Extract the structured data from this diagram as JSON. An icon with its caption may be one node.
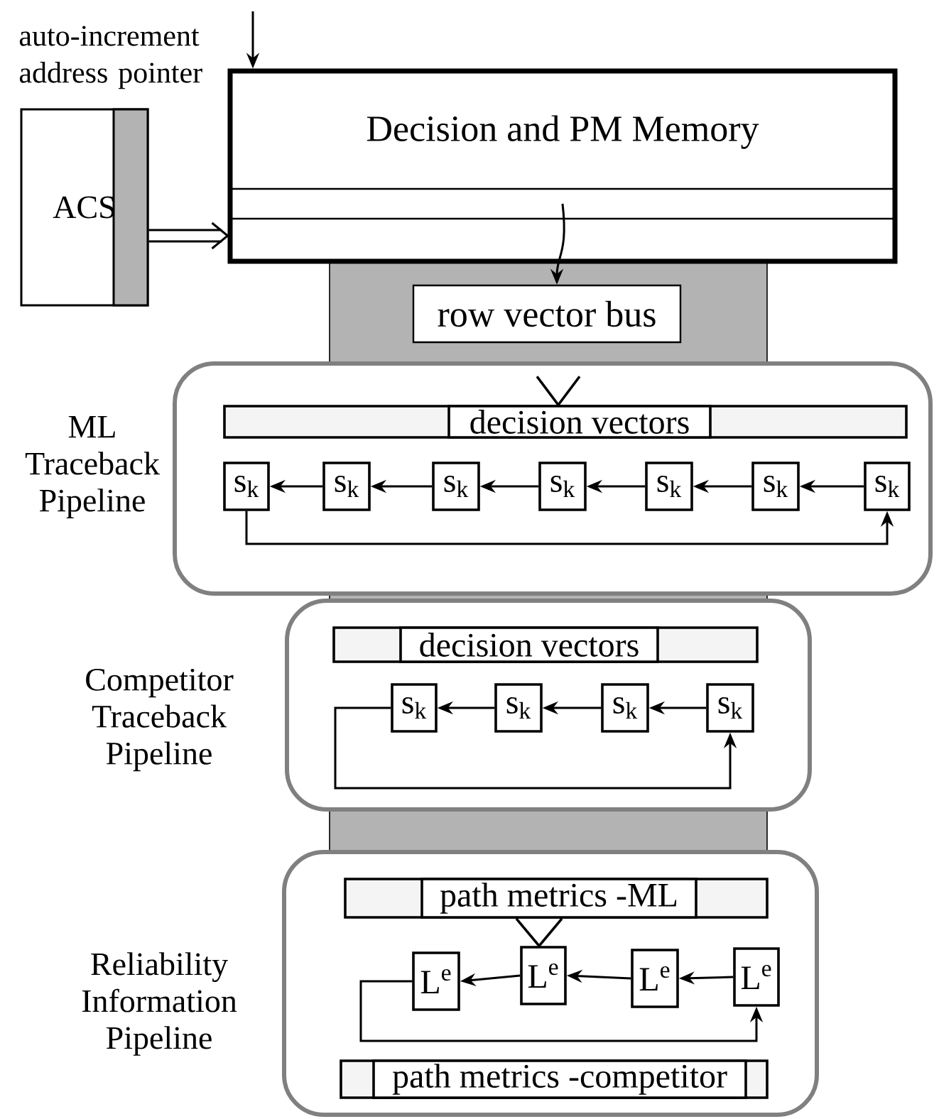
{
  "diagram": {
    "nodes": [
      {
        "text": [
          "Decision and PM Memory"
        ]
      },
      {
        "text": [
          "ACS"
        ]
      },
      {
        "text": [],
        "shape": "bar",
        "in": 0
      },
      {
        "text": [
          "row vector bus"
        ]
      },
      {
        "text": [],
        "shape": "box",
        "beside": [
          "ML Traceback Pipeline"
        ]
      },
      {
        "text": [
          "decision vectors"
        ],
        "in": 4
      },
      {
        "text": [
          "s$_{k}$"
        ],
        "in": 4
      },
      {
        "text": [
          "s$_{k}$"
        ],
        "in": 4
      },
      {
        "text": [
          "s$_{k}$"
        ],
        "in": 4
      },
      {
        "text": [
          "s$_{k}$"
        ],
        "in": 4
      },
      {
        "text": [
          "s$_{k}$"
        ],
        "in": 4
      },
      {
        "text": [
          "s$_{k}$"
        ],
        "in": 4
      },
      {
        "text": [
          "s$_{k}$"
        ],
        "in": 4
      },
      {
        "text": [],
        "shape": "box",
        "beside": [
          "Competitor Traceback Pipeline"
        ]
      },
      {
        "text": [
          "decision vectors"
        ],
        "in": 13
      },
      {
        "text": [
          "s$_{k}$"
        ],
        "in": 13
      },
      {
        "text": [
          "s$_{k}$"
        ],
        "in": 13
      },
      {
        "text": [
          "s$_{k}$"
        ],
        "in": 13
      },
      {
        "text": [
          "s$_{k}$"
        ],
        "in": 13
      },
      {
        "text": [],
        "shape": "box",
        "beside": [
          "Reliability Information Pipeline"
        ]
      },
      {
        "text": [
          "path metrics -ML"
        ],
        "in": 19
      },
      {
        "text": [
          "L$^{e}$"
        ],
        "in": 19
      },
      {
        "text": [
          "L$^{e}$"
        ],
        "in": 19
      },
      {
        "text": [
          "L$^{e}$"
        ],
        "in": 19
      },
      {
        "text": [
          "L$^{e}$"
        ],
        "in": 19
      },
      {
        "text": [
          "path metrics -competitor"
        ],
        "in": 19
      }
    ],
    "edges": [
      {
        "from": null,
        "to": 0,
        "arrow": "to"
      },
      {
        "from": 1,
        "to": 0,
        "arrow": "to"
      },
      {
        "from": 2,
        "to": 3,
        "arrow": "to"
      },
      {
        "from": null,
        "to": 5,
        "arrow": "to"
      },
      {
        "from": 12,
        "to": 11,
        "arrow": "to"
      },
      {
        "from": 11,
        "to": 10,
        "arrow": "to"
      },
      {
        "from": 10,
        "to": 9,
        "arrow": "to"
      },
      {
        "from": 9,
        "to": 8,
        "arrow": "to"
      },
      {
        "from": 8,
        "to": 7,
        "arrow": "to"
      },
      {
        "from": 7,
        "to": 6,
        "arrow": "to"
      },
      {
        "from": 6,
        "to": 12,
        "arrow": "to"
      },
      {
        "from": 18,
        "to": 17,
        "arrow": "to"
      },
      {
        "from": 17,
        "to": 16,
        "arrow": "to"
      },
      {
        "from": 16,
        "to": 15,
        "arrow": "to"
      },
      {
        "from": 15,
        "to": 18,
        "arrow": "to"
      },
      {
        "from": 20,
        "to": 22,
        "arrow": "to"
      },
      {
        "from": 24,
        "to": 23,
        "arrow": "to"
      },
      {
        "from": 23,
        "to": 22,
        "arrow": "to"
      },
      {
        "from": 22,
        "to": 21,
        "arrow": "to"
      },
      {
        "from": 21,
        "to": 24,
        "arrow": "to"
      }
    ],
    "labels": [
      "auto-increment address pointer"
    ]
  }
}
